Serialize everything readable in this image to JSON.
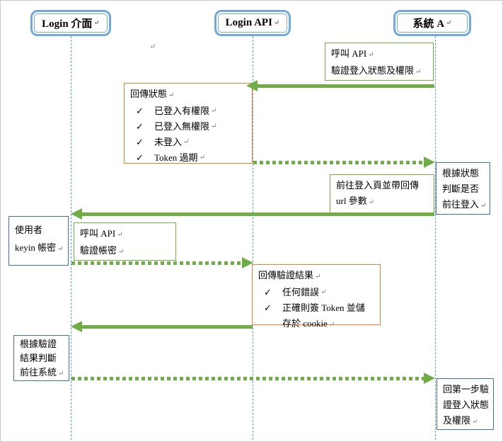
{
  "marks": {
    "cr": "↵",
    "check": "✓"
  },
  "actors": [
    {
      "label": "Login 介面"
    },
    {
      "label": "Login API"
    },
    {
      "label": "系統 A"
    }
  ],
  "notes": {
    "call_api_status": {
      "lines": [
        "呼叫 API",
        "驗證登入狀態及權限"
      ]
    },
    "return_status": {
      "title": "回傳狀態",
      "items": [
        "已登入有權限",
        "已登入無權限",
        "未登入",
        "Token 過期"
      ]
    },
    "judge_login": {
      "lines": [
        "根據狀態",
        "判斷是否",
        "前往登入"
      ]
    },
    "goto_login_page": {
      "lines": [
        "前往登入頁並帶回傳",
        "url 參數"
      ]
    },
    "user_keyin": {
      "lines": [
        "使用者",
        "keyin 帳密"
      ]
    },
    "call_api_verify": {
      "lines": [
        "呼叫 API",
        "驗證帳密"
      ]
    },
    "return_verify": {
      "title": "回傳驗證結果",
      "items": [
        "任何錯誤",
        "正確則簽 Token 並儲"
      ],
      "item2_cont": "存於 cookie"
    },
    "judge_result": {
      "lines": [
        "根據驗證",
        "結果判斷",
        "前往系統"
      ]
    },
    "back_to_step1": {
      "lines": [
        "回第一步驗",
        "證登入狀態",
        "及權限"
      ]
    }
  },
  "colors": {
    "arrow_green": "#70ad47",
    "note_green_border": "#70ad47",
    "note_orange_border": "#ed7d31",
    "note_blue_border": "#41719c",
    "actor_border_blue": "#74a9d9",
    "lifeline_blue": "#5b9bd5"
  }
}
